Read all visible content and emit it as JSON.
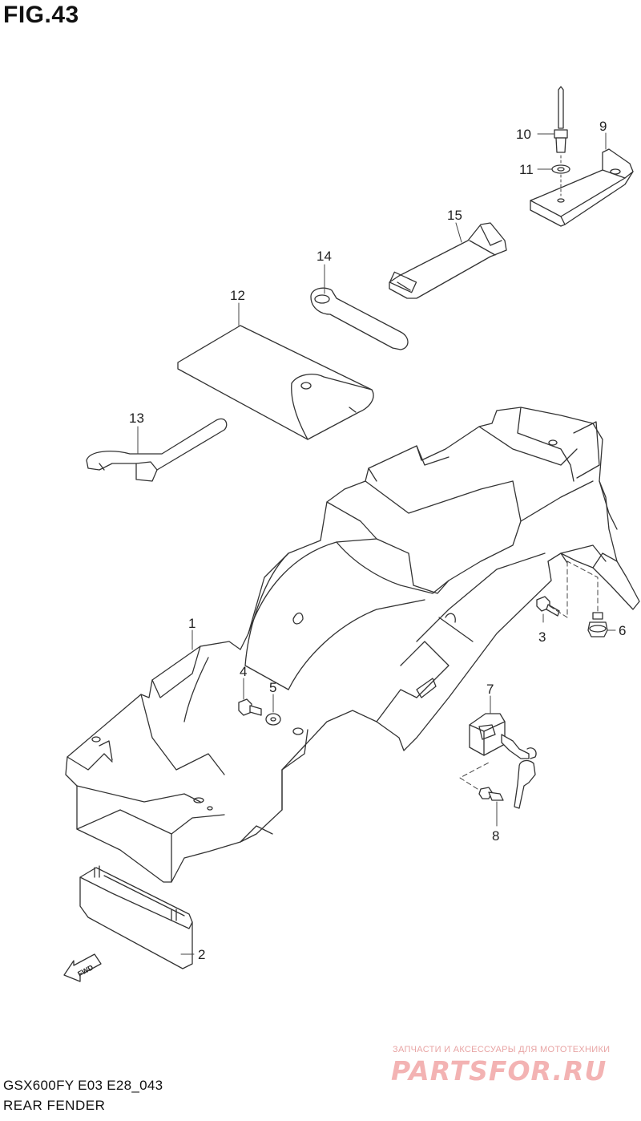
{
  "figure": {
    "title": "FIG.43"
  },
  "footer": {
    "model_code": "GSX600FY E03 E28_043",
    "section_name": "REAR FENDER"
  },
  "watermark": {
    "tagline": "ЗАПЧАСТИ И АКСЕССУАРЫ ДЛЯ МОТОТЕХНИКИ",
    "logo_text": "PARTSFOR.RU",
    "color": "#f3b3b3"
  },
  "direction_arrow": {
    "label": "FWD"
  },
  "callouts": [
    {
      "id": "1",
      "label": "1"
    },
    {
      "id": "2",
      "label": "2"
    },
    {
      "id": "3",
      "label": "3"
    },
    {
      "id": "4",
      "label": "4"
    },
    {
      "id": "5",
      "label": "5"
    },
    {
      "id": "6",
      "label": "6"
    },
    {
      "id": "7",
      "label": "7"
    },
    {
      "id": "8",
      "label": "8"
    },
    {
      "id": "9",
      "label": "9"
    },
    {
      "id": "10",
      "label": "10"
    },
    {
      "id": "11",
      "label": "11"
    },
    {
      "id": "12",
      "label": "12"
    },
    {
      "id": "13",
      "label": "13"
    },
    {
      "id": "14",
      "label": "14"
    },
    {
      "id": "15",
      "label": "15"
    }
  ]
}
